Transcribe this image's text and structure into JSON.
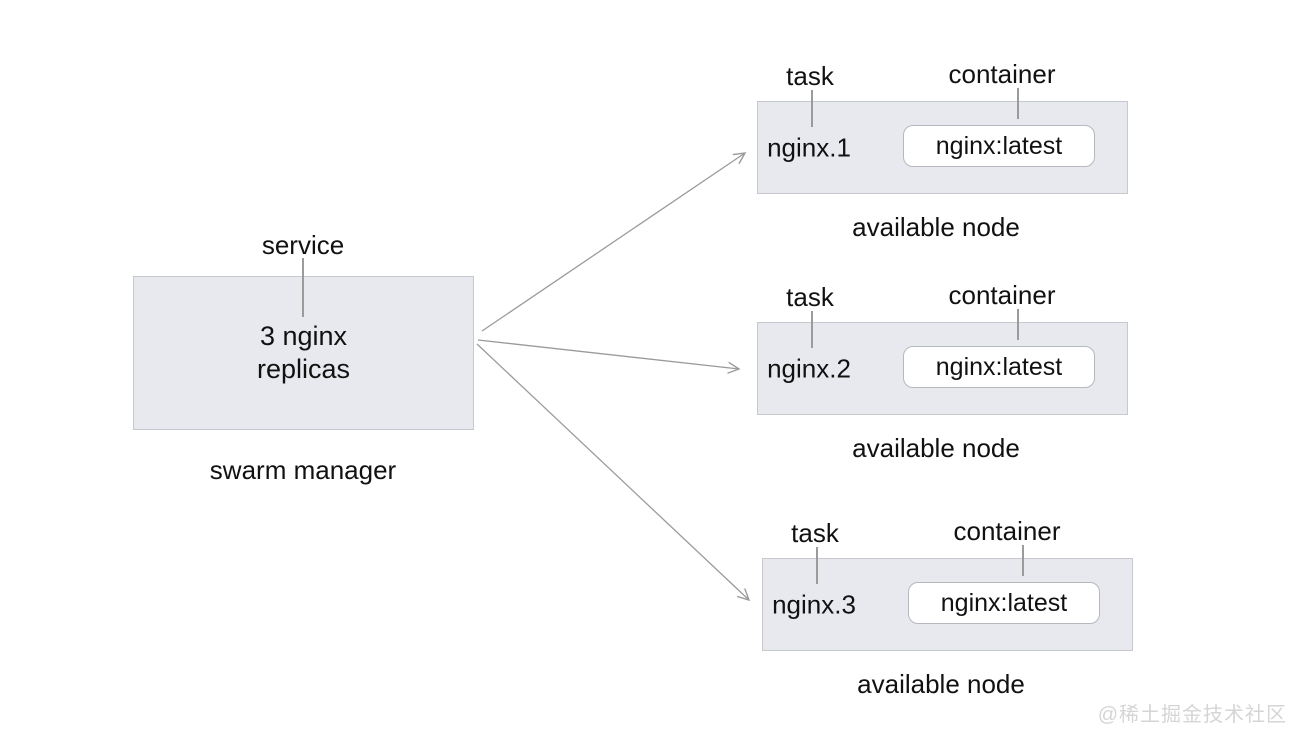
{
  "colors": {
    "background": "#ffffff",
    "box_fill": "#e7e9ef",
    "box_border": "#c6c9ce",
    "pill_fill": "#ffffff",
    "pill_border": "#b5b8bd",
    "connector_gray": "#9b9b9b",
    "text": "#111111",
    "watermark": "#d5d5d5"
  },
  "manager": {
    "top_label": "service",
    "name_line1": "3 nginx",
    "name_line2": "replicas",
    "bottom_label": "swarm manager"
  },
  "nodes": [
    {
      "task_label": "task",
      "container_label": "container",
      "task_name": "nginx.1",
      "container_image": "nginx:latest",
      "bottom_label": "available node"
    },
    {
      "task_label": "task",
      "container_label": "container",
      "task_name": "nginx.2",
      "container_image": "nginx:latest",
      "bottom_label": "available node"
    },
    {
      "task_label": "task",
      "container_label": "container",
      "task_name": "nginx.3",
      "container_image": "nginx:latest",
      "bottom_label": "available node"
    }
  ],
  "watermark": "@稀土掘金技术社区"
}
